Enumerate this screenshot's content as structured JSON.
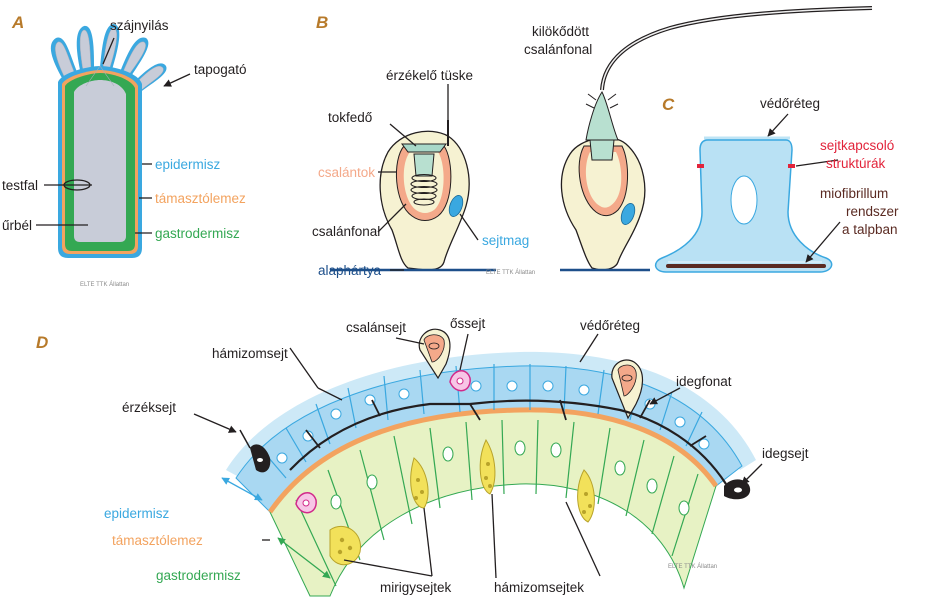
{
  "panels": {
    "a": "A",
    "b": "B",
    "c": "C",
    "d": "D"
  },
  "labels_a": {
    "szajnyilas": "szájnyilás",
    "tapogato": "tapogató",
    "testfal": "testfal",
    "urbel": "űrbél",
    "epidermisz": "epidermisz",
    "tamasztolemez": "támasztólemez",
    "gastrodermisz": "gastrodermisz",
    "watermark": "ELTE TTK Állattan"
  },
  "labels_b": {
    "kilokodott1": "kilökődött",
    "kilokodott2": "csalánfonal",
    "erzekelo_tuske": "érzékelő tüske",
    "tokfedo": "tokfedő",
    "csalantok": "csalántok",
    "csalanfonal": "csalánfonal",
    "sejtmag": "sejtmag",
    "alaphartya": "alaphártya",
    "watermark": "ELTE TTK Állattan"
  },
  "labels_c": {
    "vedoreteg": "védőréteg",
    "sejtkapcsolo1": "sejtkapcsoló",
    "sejtkapcsolo2": "struktúrák",
    "miofibrillum1": "miofibrillum",
    "miofibrillum2": "rendszer",
    "miofibrillum3": "a talpban"
  },
  "labels_d": {
    "csalansejt": "csalánsejt",
    "ossejt": "őssejt",
    "vedoreteg": "védőréteg",
    "hamizomsejt": "hámizomsejt",
    "idegfonat": "idegfonat",
    "erzeksejt": "érzéksejt",
    "idegsejt": "idegsejt",
    "epidermisz": "epidermisz",
    "tamasztolemez": "támasztólemez",
    "gastrodermisz": "gastrodermisz",
    "mirigysejtek": "mirigysejtek",
    "hamizomsejtek": "hámizomsejtek",
    "watermark": "ELTE TTK Állattan"
  },
  "colors": {
    "epidermisz": "#3aa8e0",
    "tamasztolemez": "#f3a35f",
    "gastrodermisz": "#34a853",
    "csalantok": "#f4a98a",
    "sejtkapcsolo": "#e2243b",
    "miofibrillum": "#5a2a22",
    "panel_letter": "#b77a2a"
  }
}
